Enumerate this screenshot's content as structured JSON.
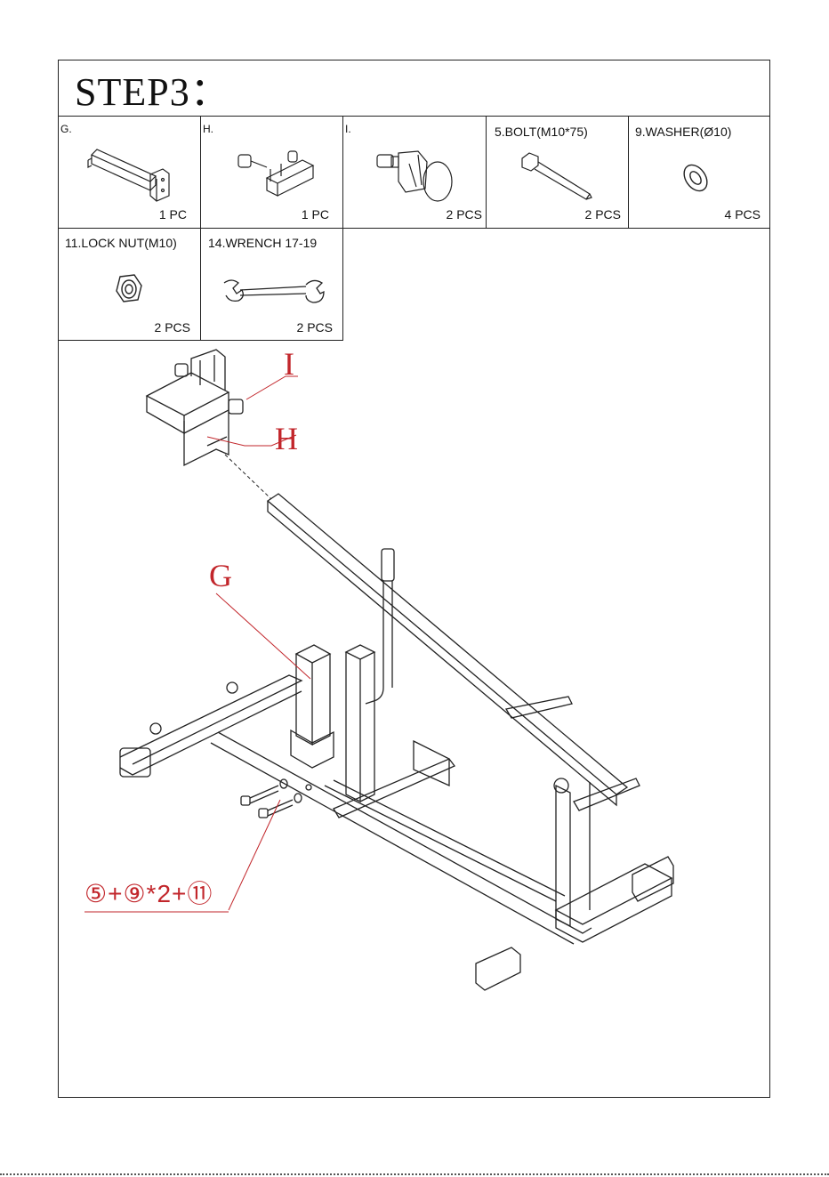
{
  "step_title": "STEP3：",
  "parts": [
    {
      "label": "G.",
      "qty": "1 PC",
      "icon": "tube-bracket-g-icon"
    },
    {
      "label": "H.",
      "qty": "1 PC",
      "icon": "t-bracket-h-icon"
    },
    {
      "label": "I.",
      "qty": "2 PCS",
      "icon": "knob-i-icon"
    },
    {
      "label": "5.BOLT(M10*75)",
      "qty": "2 PCS",
      "icon": "bolt-icon"
    },
    {
      "label": "9.WASHER(Ø10)",
      "qty": "4 PCS",
      "icon": "washer-icon"
    },
    {
      "label": "11.LOCK NUT(M10)",
      "qty": "2 PCS",
      "icon": "lock-nut-icon"
    },
    {
      "label": "14.WRENCH 17-19",
      "qty": "2 PCS",
      "icon": "wrench-icon"
    }
  ],
  "diagram": {
    "callout_i": "I",
    "callout_h": "H",
    "callout_g": "G",
    "formula": "⑤+⑨*2+⑪"
  },
  "colors": {
    "line": "#222222",
    "callout": "#c2262b"
  }
}
